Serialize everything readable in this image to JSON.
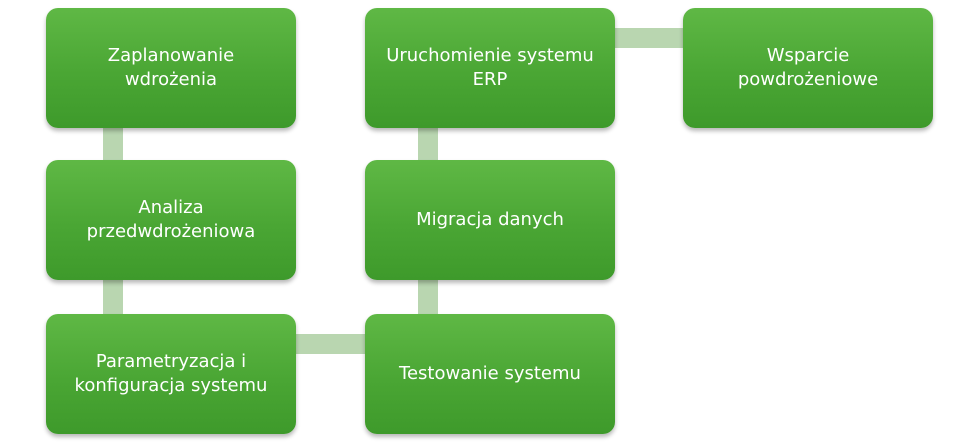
{
  "steps": [
    {
      "label": "Zaplanowanie wdrożenia"
    },
    {
      "label": "Analiza\nprzedwdrożeniowa"
    },
    {
      "label": "Parametryzacja i\nkonfiguracja systemu"
    },
    {
      "label": "Testowanie systemu"
    },
    {
      "label": "Migracja danych"
    },
    {
      "label": "Uruchomienie systemu\nERP"
    },
    {
      "label": "Wsparcie\npowdrożeniowe"
    }
  ],
  "colors": {
    "box_fill": "#4aa634",
    "box_text": "#ffffff",
    "connector": "#b9d6b0"
  }
}
